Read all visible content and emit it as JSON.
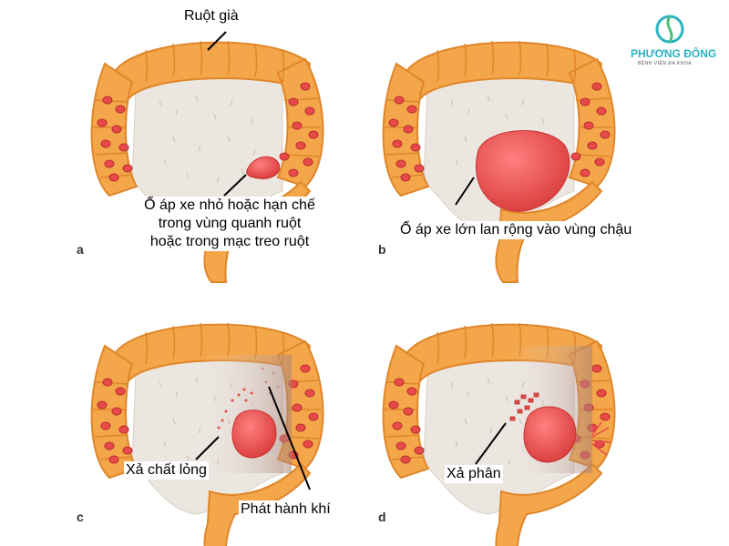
{
  "logo": {
    "name": "PHƯƠNG ĐÔNG",
    "subtitle": "BỆNH VIỆN ĐA KHOA"
  },
  "panels": [
    {
      "letter": "a",
      "labels": [
        "Ruột già",
        "Ổ áp xe nhỏ hoặc hạn chế\ntrong vùng quanh ruột\nhoặc trong mạc treo ruột"
      ]
    },
    {
      "letter": "b",
      "labels": [
        "Ổ áp xe lớn lan rộng vào vùng chậu"
      ]
    },
    {
      "letter": "c",
      "labels": [
        "Xả chất lỏng",
        "Phát hành khí"
      ]
    },
    {
      "letter": "d",
      "labels": [
        "Xả phân"
      ]
    }
  ],
  "colors": {
    "colon": "#f4a64a",
    "colon_dark": "#e0862a",
    "node": "#e84a4a",
    "abscess": "#e74c4c",
    "mesentery": "#ece6e0",
    "logo": "#2bb3c0"
  }
}
